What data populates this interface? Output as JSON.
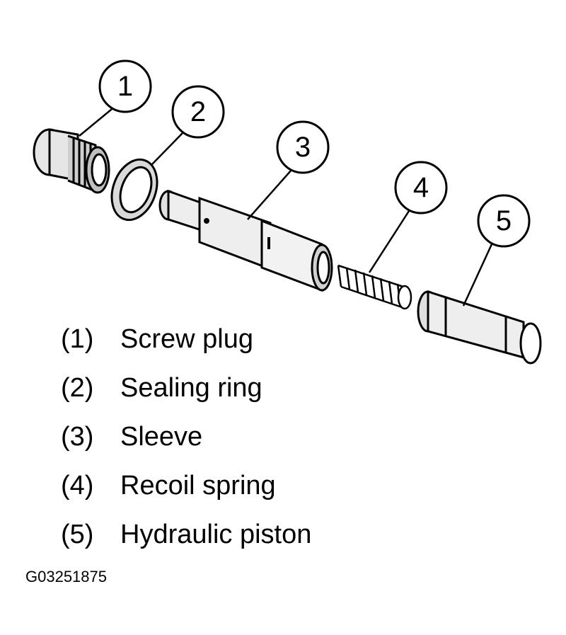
{
  "callouts": [
    "1",
    "2",
    "3",
    "4",
    "5"
  ],
  "legend": [
    {
      "num": "(1)",
      "label": "Screw plug"
    },
    {
      "num": "(2)",
      "label": "Sealing ring"
    },
    {
      "num": "(3)",
      "label": "Sleeve"
    },
    {
      "num": "(4)",
      "label": "Recoil spring"
    },
    {
      "num": "(5)",
      "label": "Hydraulic piston"
    }
  ],
  "figure_code": "G03251875",
  "colors": {
    "line": "#000000",
    "fill": "#ffffff",
    "shade": "#d9d9d9"
  }
}
